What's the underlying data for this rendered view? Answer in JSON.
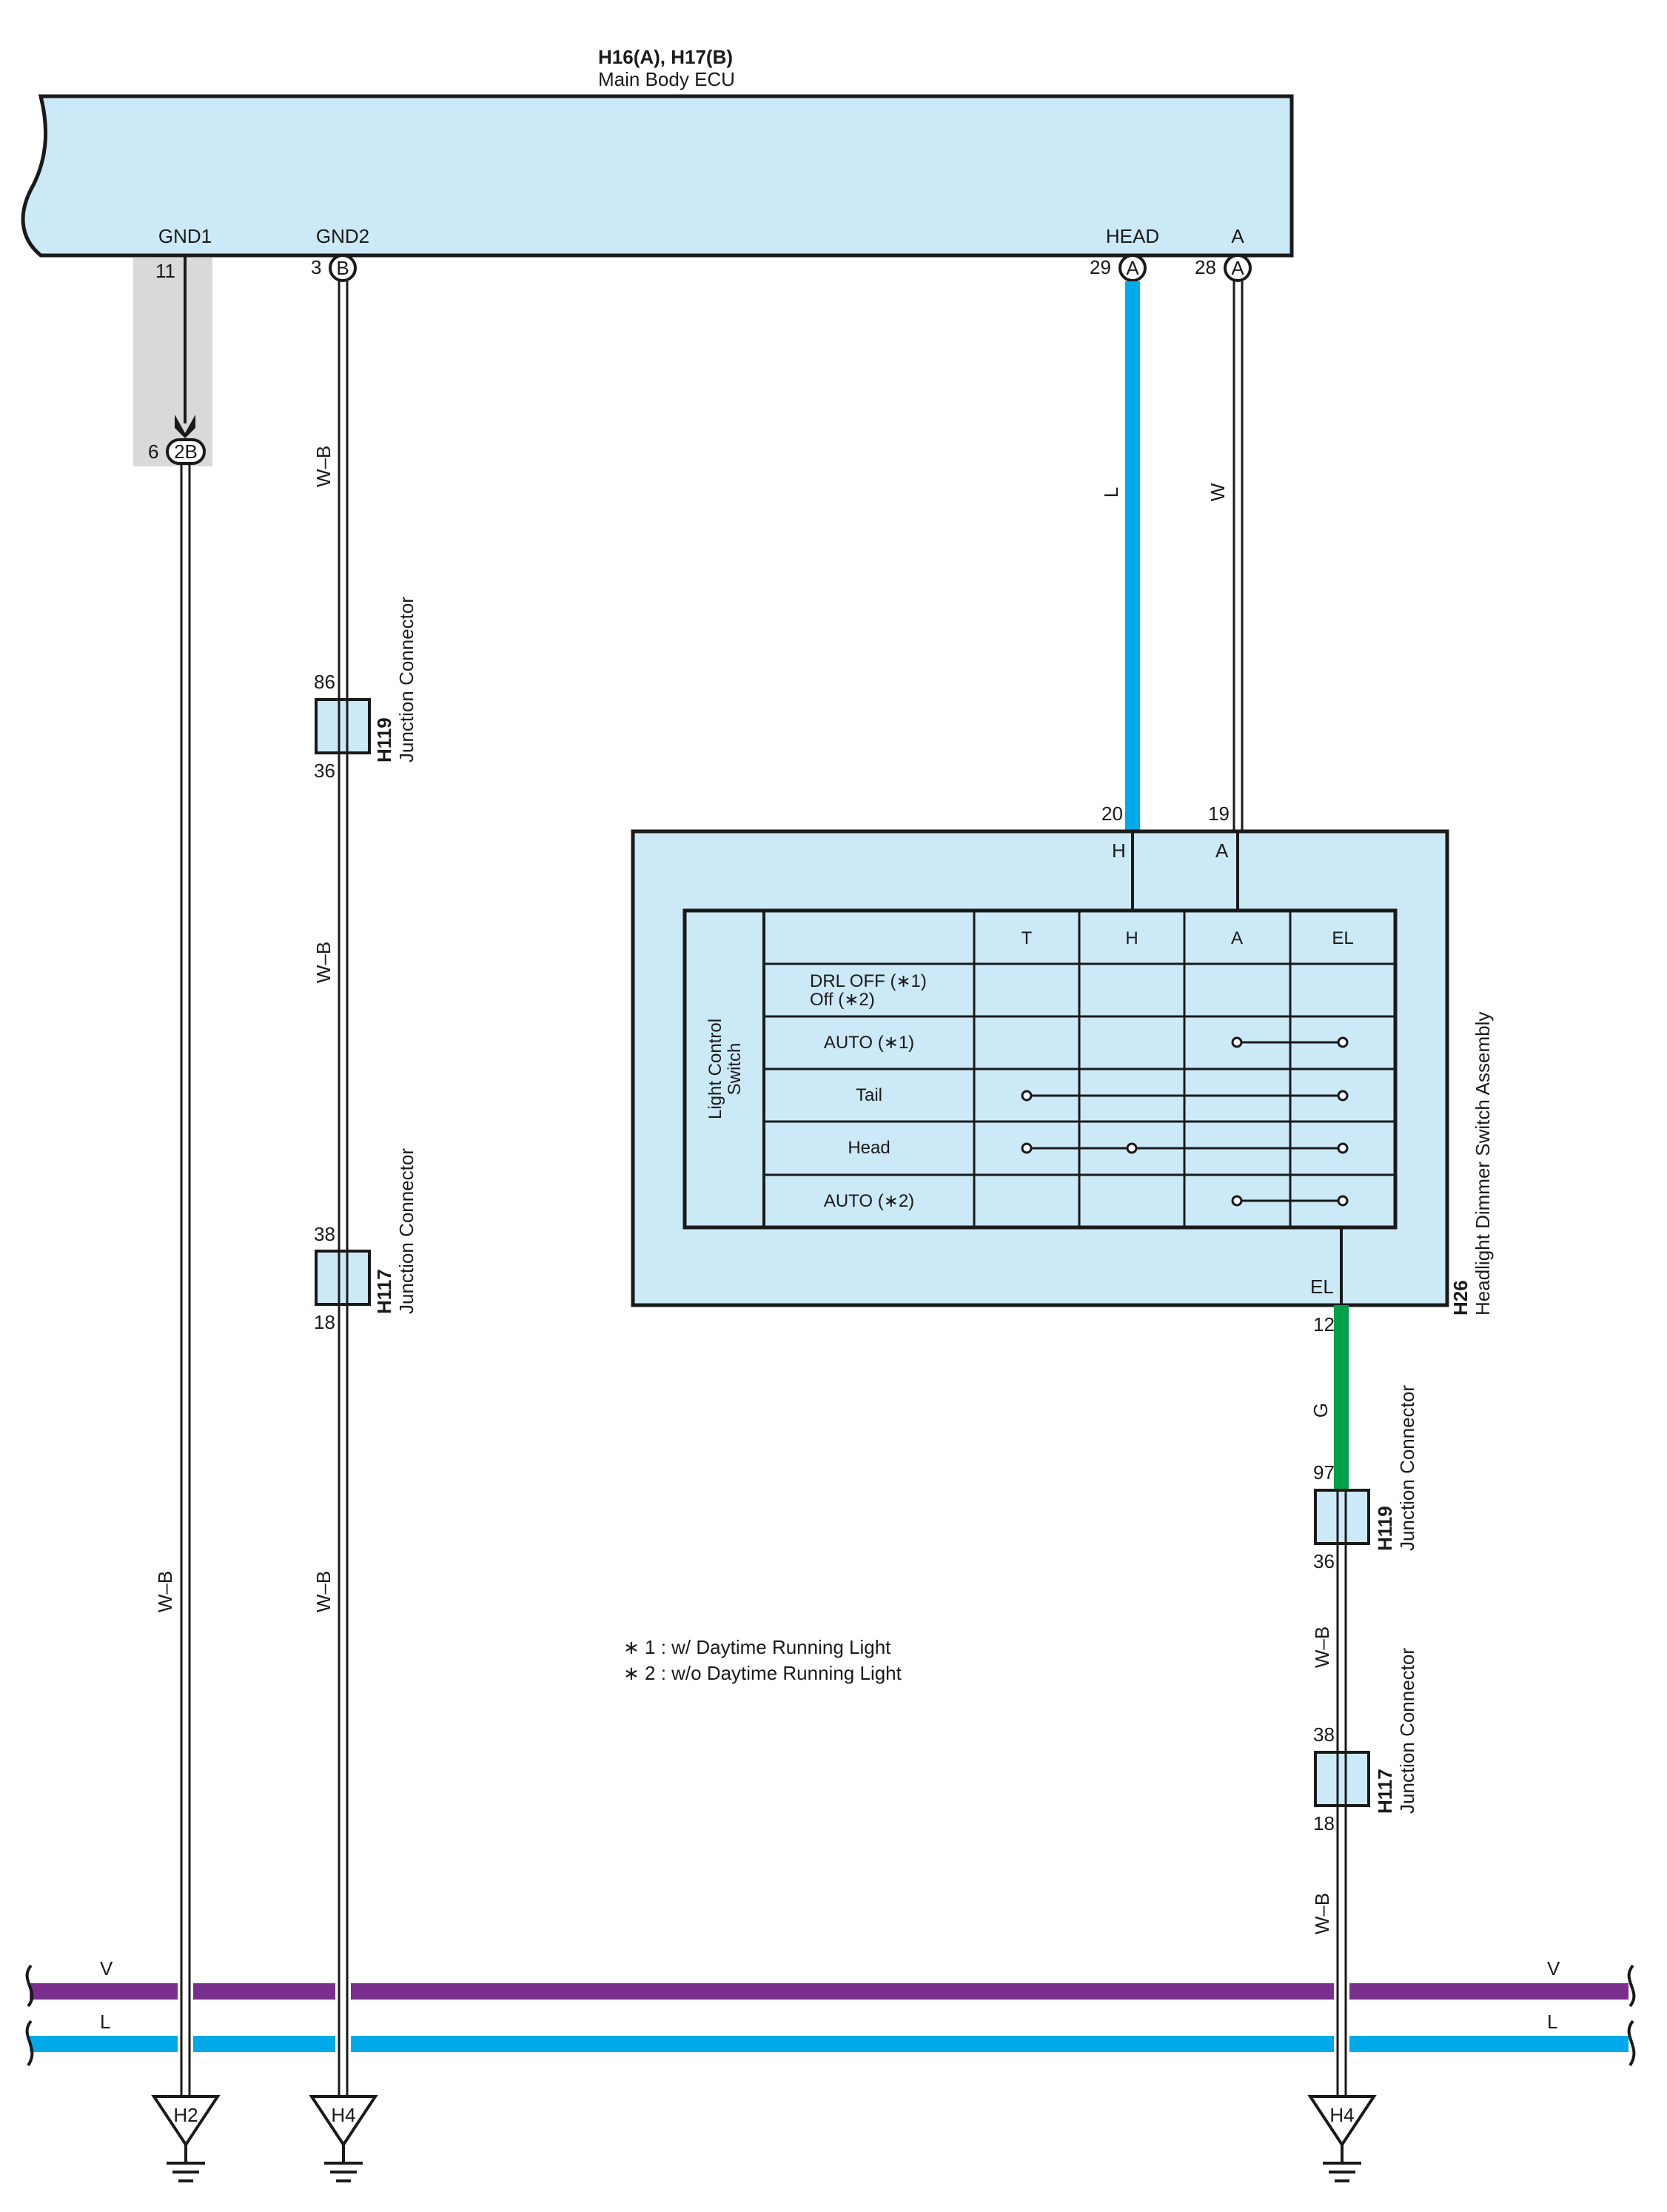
{
  "ecu": {
    "code": "H16(A), H17(B)",
    "name": "Main Body ECU",
    "pins": {
      "gnd1": {
        "label": "GND1",
        "number": "11"
      },
      "gnd2": {
        "label": "GND2",
        "number": "3",
        "connector": "B"
      },
      "head": {
        "label": "HEAD",
        "number": "29",
        "connector": "A"
      },
      "a": {
        "label": "A",
        "number": "28",
        "connector": "A"
      }
    }
  },
  "inline_2b": {
    "number": "6",
    "label": "2B"
  },
  "wires": {
    "wb": "W–B",
    "l": "L",
    "w": "W",
    "g": "G",
    "v": "V"
  },
  "junctions": {
    "left_h119": {
      "code": "H119",
      "name": "Junction Connector",
      "top_pin": "86",
      "bottom_pin": "36"
    },
    "left_h117": {
      "code": "H117",
      "name": "Junction Connector",
      "top_pin": "38",
      "bottom_pin": "18"
    },
    "right_h119": {
      "code": "H119",
      "name": "Junction Connector",
      "top_pin": "97",
      "bottom_pin": "36"
    },
    "right_h117": {
      "code": "H117",
      "name": "Junction Connector",
      "top_pin": "38",
      "bottom_pin": "18"
    }
  },
  "switch_assembly": {
    "code": "H26",
    "name": "Headlight Dimmer Switch Assembly",
    "pin_h": {
      "number": "20",
      "label": "H"
    },
    "pin_a": {
      "number": "19",
      "label": "A"
    },
    "pin_el": {
      "number": "12",
      "label": "EL"
    },
    "table_side_label_1": "Light Control",
    "table_side_label_2": "Switch",
    "columns": [
      "T",
      "H",
      "A",
      "EL"
    ],
    "rows": [
      {
        "label_1": "DRL OFF (∗1)",
        "label_2": "Off (∗2)"
      },
      {
        "label_1": "AUTO (∗1)",
        "label_2": ""
      },
      {
        "label_1": "Tail",
        "label_2": ""
      },
      {
        "label_1": "Head",
        "label_2": ""
      },
      {
        "label_1": "AUTO (∗2)",
        "label_2": ""
      }
    ]
  },
  "notes": {
    "note1": "∗ 1 : w/ Daytime Running Light",
    "note2": "∗ 2 : w/o Daytime Running Light"
  },
  "grounds": {
    "g1": "H2",
    "g2": "H4",
    "g3": "H4"
  },
  "colors": {
    "panel": "#cce9f8",
    "wire_l": "#00a9e8",
    "wire_g": "#00a04a",
    "wire_v": "#7a2e8e",
    "shade": "#d9d9d9"
  }
}
